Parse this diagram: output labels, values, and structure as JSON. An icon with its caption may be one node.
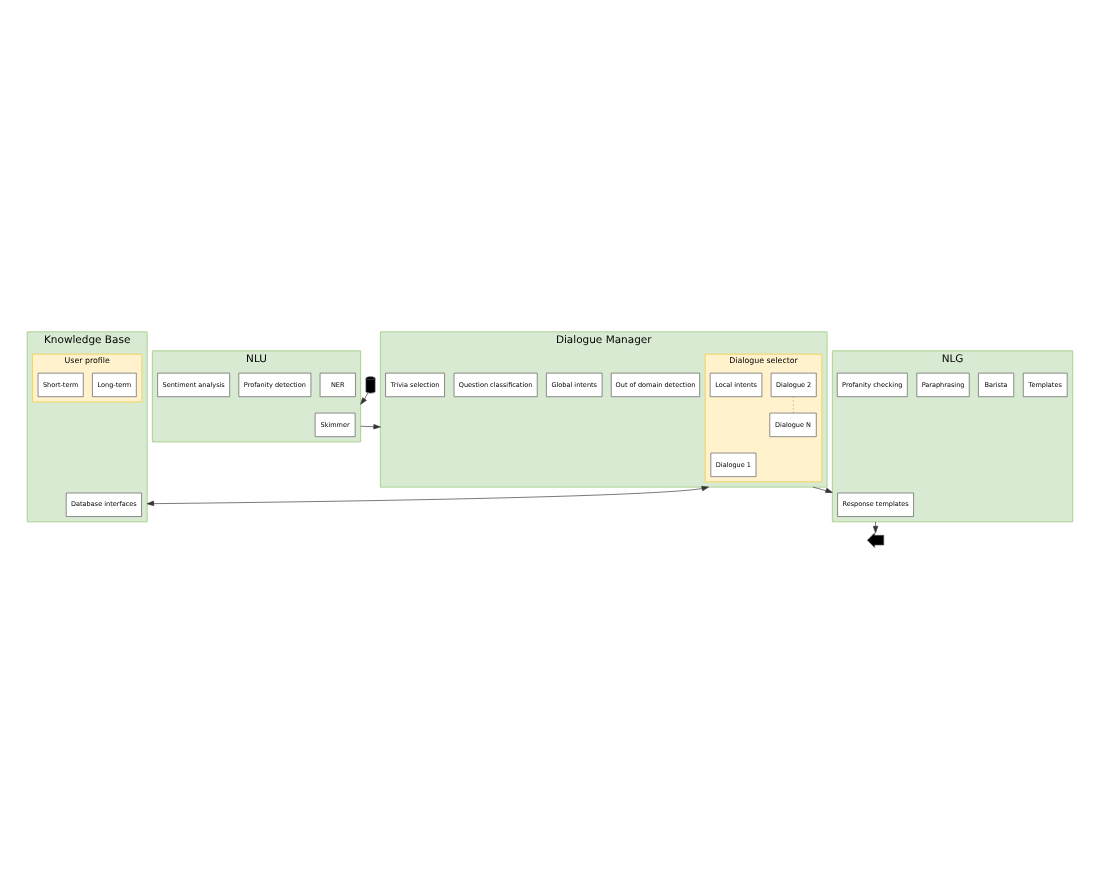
{
  "diagram": {
    "nodes": [
      {
        "text": [],
        "shape": "microphone"
      },
      {
        "text": [
          "NLU"
        ]
      },
      {
        "text": [
          "Skimmer"
        ],
        "in": 1
      },
      {
        "text": [
          "NER"
        ],
        "in": 1
      },
      {
        "text": [
          "Profanity detection"
        ],
        "in": 1
      },
      {
        "text": [
          "Sentiment analysis"
        ],
        "in": 1
      },
      {
        "text": [
          "Dialogue Manager"
        ]
      },
      {
        "text": [
          "Dialogue selector"
        ],
        "in": 6
      },
      {
        "text": [
          "Dialogue 1"
        ],
        "in": 7
      },
      {
        "text": [
          "Dialogue 2"
        ],
        "in": 7
      },
      {
        "text": [
          "Dialogue N"
        ],
        "in": 7
      },
      {
        "text": [
          "Local intents"
        ],
        "in": 7
      },
      {
        "text": [
          "Out of domain detection"
        ],
        "in": 6
      },
      {
        "text": [
          "Global intents"
        ],
        "in": 6
      },
      {
        "text": [
          "Question classification"
        ],
        "in": 6
      },
      {
        "text": [
          "Trivia selection"
        ],
        "in": 6
      },
      {
        "text": [
          "Knowledge Base"
        ]
      },
      {
        "text": [
          "Database interfaces"
        ],
        "in": 16
      },
      {
        "text": [
          "User profile"
        ],
        "in": 16
      },
      {
        "text": [
          "Long-term"
        ],
        "in": 18
      },
      {
        "text": [
          "Short-term"
        ],
        "in": 18
      },
      {
        "text": [
          "NLG"
        ]
      },
      {
        "text": [
          "Response templates"
        ],
        "in": 21
      },
      {
        "text": [
          "Templates"
        ],
        "in": 21
      },
      {
        "text": [
          "Barista"
        ],
        "in": 21
      },
      {
        "text": [
          "Paraphrasing"
        ],
        "in": 21
      },
      {
        "text": [
          "Profanity checking"
        ],
        "in": 21
      },
      {
        "text": [],
        "shape": "speaker"
      }
    ],
    "edges": [
      {
        "from": 0,
        "to": 1,
        "arrow": "to"
      },
      {
        "from": 1,
        "to": 6,
        "arrow": "to"
      },
      {
        "from": 6,
        "to": 16,
        "arrow": "both"
      },
      {
        "from": 9,
        "to": 10,
        "arrow": "none",
        "style": "dashed"
      },
      {
        "from": 6,
        "to": 21,
        "arrow": "to"
      },
      {
        "from": 21,
        "to": 27,
        "arrow": "to"
      }
    ]
  }
}
